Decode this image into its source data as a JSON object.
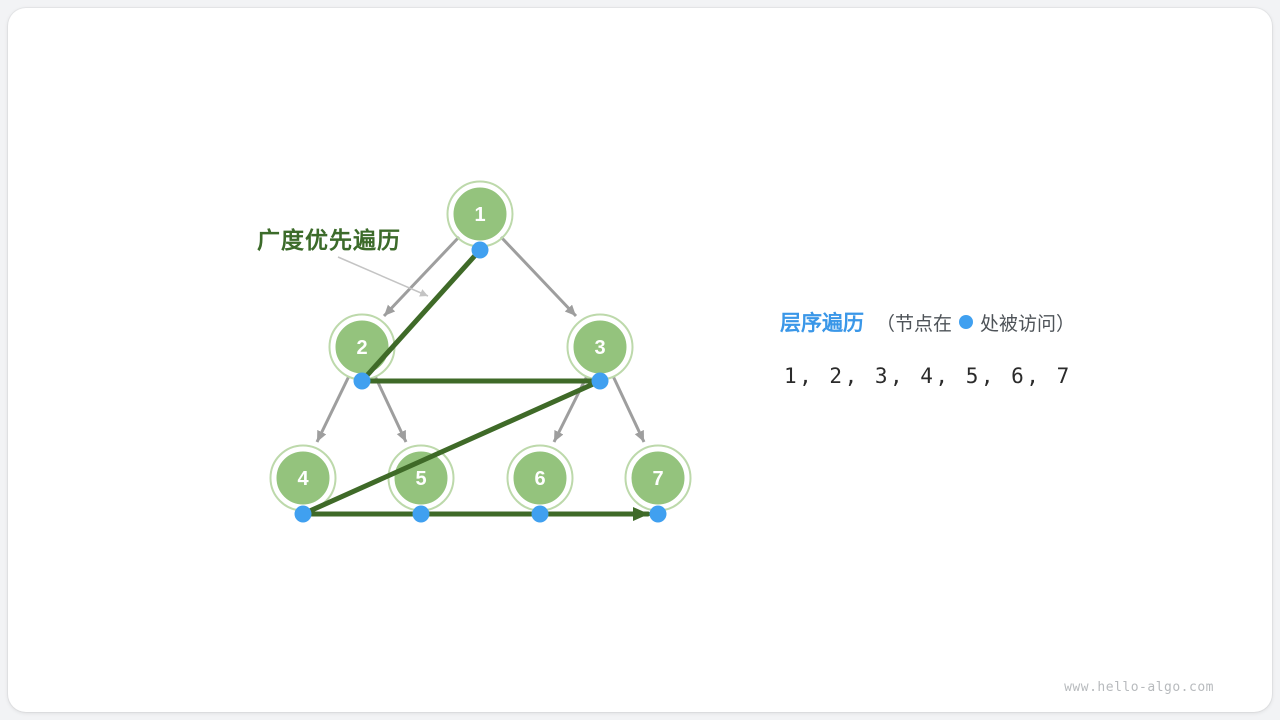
{
  "page": {
    "watermark": "www.hello-algo.com",
    "background": "#f2f3f5",
    "card_background": "#ffffff"
  },
  "colors": {
    "node_fill": "#94c37d",
    "node_ring": "#bdd9ab",
    "node_text": "#ffffff",
    "edge_gray": "#9e9e9e",
    "traversal_green": "#3f6a28",
    "visit_dot_blue": "#40a0f0",
    "bfs_label_green": "#3c6b2a",
    "legend_title_blue": "#3a97e8"
  },
  "annotations": {
    "bfs_label": "广度优先遍历",
    "legend_title": "层序遍历",
    "legend_note_prefix": "（节点在",
    "legend_note_suffix": "处被访问）",
    "sequence": "1, 2, 3, 4, 5, 6, 7"
  },
  "tree": {
    "nodes": [
      {
        "label": "1"
      },
      {
        "label": "2"
      },
      {
        "label": "3"
      },
      {
        "label": "4"
      },
      {
        "label": "5"
      },
      {
        "label": "6"
      },
      {
        "label": "7"
      }
    ]
  }
}
